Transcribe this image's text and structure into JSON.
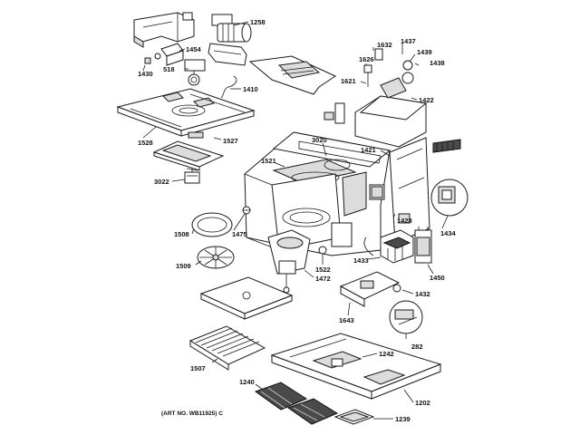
{
  "diagram": {
    "art_number": "(ART NO. WB11925) C",
    "callouts": [
      {
        "id": "1258",
        "label": "1258"
      },
      {
        "id": "1454",
        "label": "1454"
      },
      {
        "id": "1430",
        "label": "1430"
      },
      {
        "id": "518",
        "label": "518"
      },
      {
        "id": "1410",
        "label": "1410"
      },
      {
        "id": "1632",
        "label": "1632"
      },
      {
        "id": "1437",
        "label": "1437"
      },
      {
        "id": "1439",
        "label": "1439"
      },
      {
        "id": "1626",
        "label": "1626"
      },
      {
        "id": "1438",
        "label": "1438"
      },
      {
        "id": "1621",
        "label": "1621"
      },
      {
        "id": "1422",
        "label": "1422"
      },
      {
        "id": "1528",
        "label": "1528"
      },
      {
        "id": "1527",
        "label": "1527"
      },
      {
        "id": "3020",
        "label": "3020"
      },
      {
        "id": "1421",
        "label": "1421"
      },
      {
        "id": "1521",
        "label": "1521"
      },
      {
        "id": "3022",
        "label": "3022"
      },
      {
        "id": "1428",
        "label": "1428"
      },
      {
        "id": "1434",
        "label": "1434"
      },
      {
        "id": "1508",
        "label": "1508"
      },
      {
        "id": "1475",
        "label": "1475"
      },
      {
        "id": "1509",
        "label": "1509"
      },
      {
        "id": "1522",
        "label": "1522"
      },
      {
        "id": "1433",
        "label": "1433"
      },
      {
        "id": "1450",
        "label": "1450"
      },
      {
        "id": "1472",
        "label": "1472"
      },
      {
        "id": "1432",
        "label": "1432"
      },
      {
        "id": "1643",
        "label": "1643"
      },
      {
        "id": "282",
        "label": "282"
      },
      {
        "id": "1242",
        "label": "1242"
      },
      {
        "id": "1507",
        "label": "1507"
      },
      {
        "id": "1240",
        "label": "1240"
      },
      {
        "id": "1202",
        "label": "1202"
      },
      {
        "id": "1239",
        "label": "1239"
      }
    ]
  }
}
